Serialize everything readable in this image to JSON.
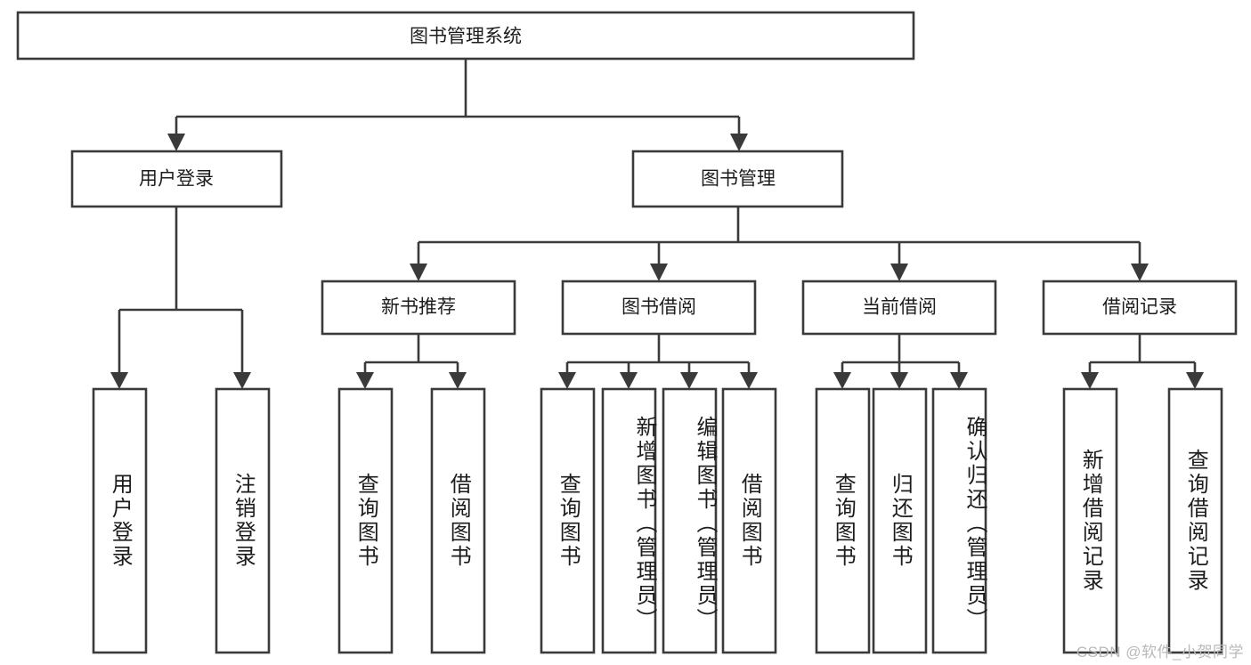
{
  "diagram": {
    "type": "tree-hierarchy-chart",
    "title": "图书管理系统",
    "background_color": "#ffffff",
    "line_color": "#3a3a3a",
    "text_color": "#1c1c1c",
    "root": {
      "label": "图书管理系统",
      "children": [
        {
          "label": "用户登录",
          "children": [
            {
              "label": "用户登录"
            },
            {
              "label": "注销登录"
            }
          ]
        },
        {
          "label": "图书管理",
          "children": [
            {
              "label": "新书推荐",
              "children": [
                {
                  "label": "查询图书"
                },
                {
                  "label": "借阅图书"
                }
              ]
            },
            {
              "label": "图书借阅",
              "children": [
                {
                  "label": "查询图书"
                },
                {
                  "label": "新增图书（管理员）"
                },
                {
                  "label": "编辑图书（管理员）"
                },
                {
                  "label": "借阅图书"
                }
              ]
            },
            {
              "label": "当前借阅",
              "children": [
                {
                  "label": "查询图书"
                },
                {
                  "label": "归还图书"
                },
                {
                  "label": "确认归还（管理员）"
                }
              ]
            },
            {
              "label": "借阅记录",
              "children": [
                {
                  "label": "新增借阅记录"
                },
                {
                  "label": "查询借阅记录"
                }
              ]
            }
          ]
        }
      ]
    },
    "nodes": {
      "root": "图书管理系统",
      "level2": [
        "用户登录",
        "图书管理"
      ],
      "level3": [
        "新书推荐",
        "图书借阅",
        "当前借阅",
        "借阅记录"
      ],
      "leaves": [
        "用户登录",
        "注销登录",
        "查询图书",
        "借阅图书",
        "查询图书",
        "新增图书（管理员）",
        "编辑图书（管理员）",
        "借阅图书",
        "查询图书",
        "归还图书",
        "确认归还（管理员）",
        "新增借阅记录",
        "查询借阅记录"
      ]
    }
  },
  "watermark": {
    "text": "CSDN @软件_小贺同学"
  }
}
